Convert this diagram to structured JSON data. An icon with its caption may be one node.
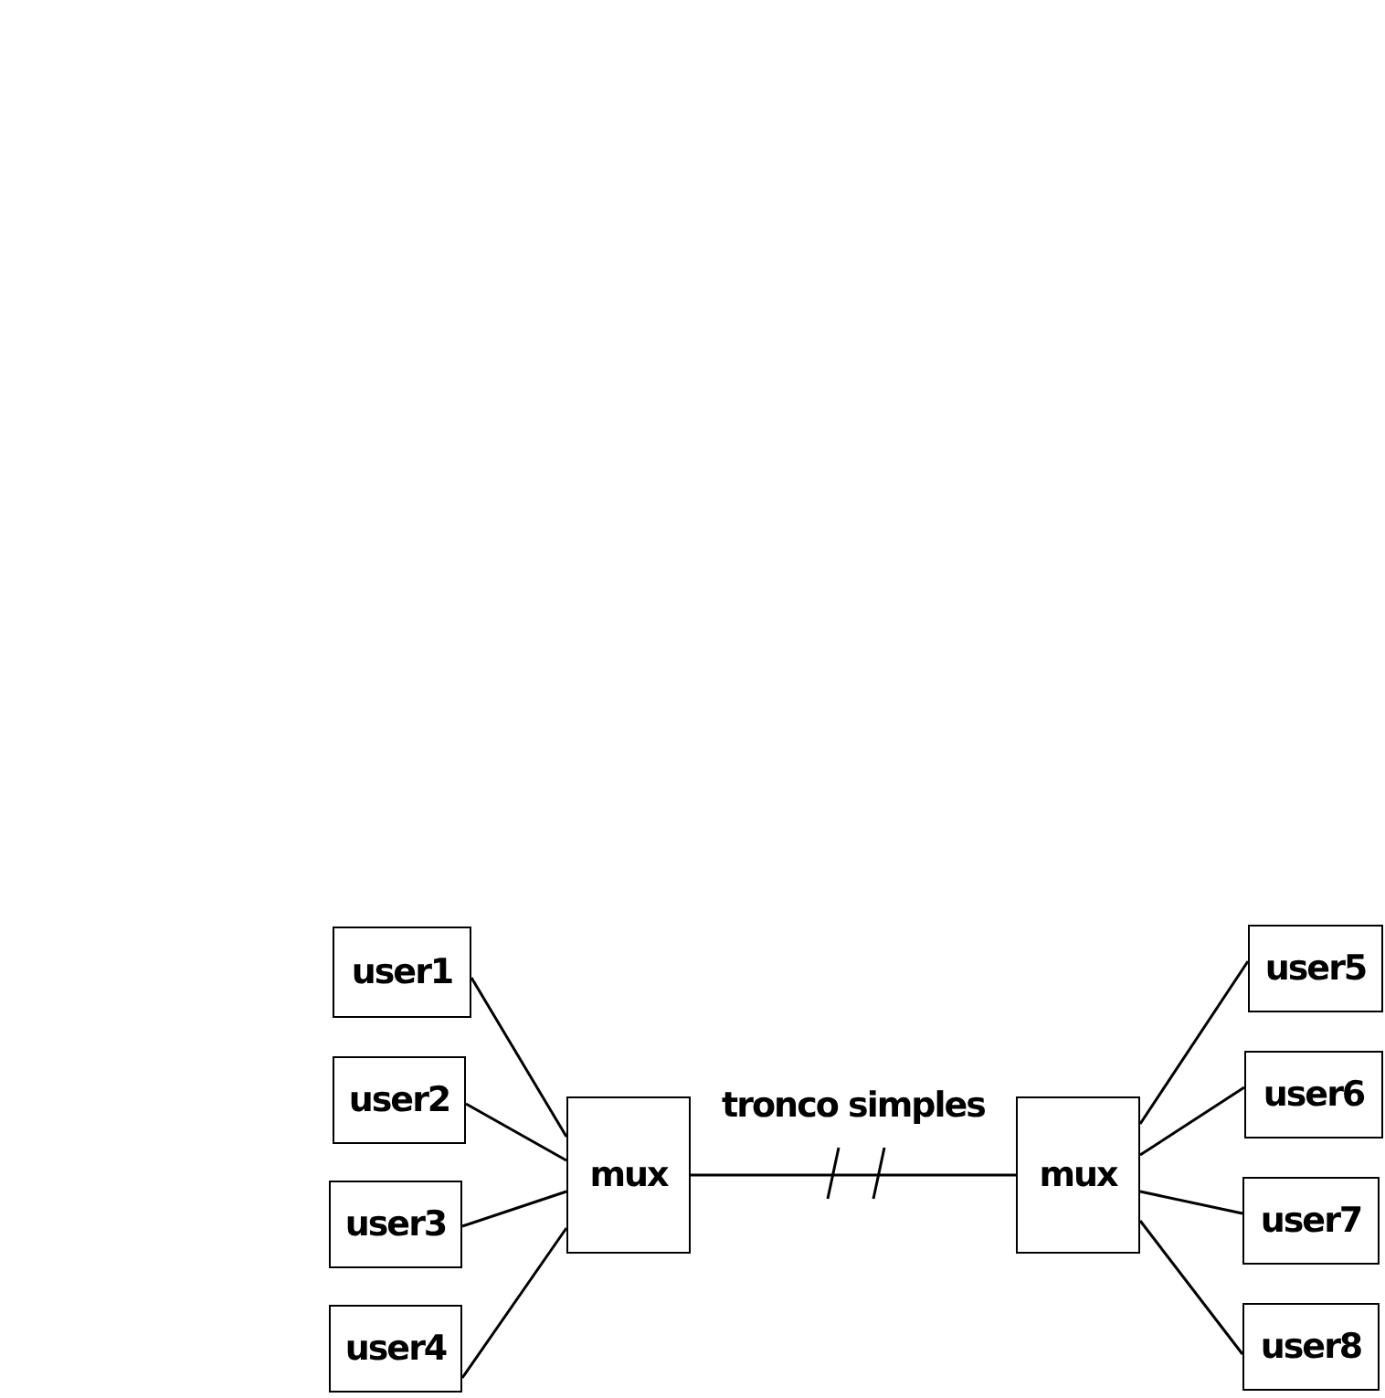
{
  "diagram": {
    "nodes": [
      {
        "text": [
          "user1"
        ]
      },
      {
        "text": [
          "user2"
        ]
      },
      {
        "text": [
          "user3"
        ]
      },
      {
        "text": [
          "user4"
        ]
      },
      {
        "text": [
          "mux"
        ]
      },
      {
        "text": [
          "mux"
        ]
      },
      {
        "text": [
          "user5"
        ]
      },
      {
        "text": [
          "user6"
        ]
      },
      {
        "text": [
          "user7"
        ]
      },
      {
        "text": [
          "user8"
        ]
      }
    ],
    "edges": [
      {
        "from": 0,
        "to": 4,
        "arrow": "none"
      },
      {
        "from": 1,
        "to": 4,
        "arrow": "none"
      },
      {
        "from": 2,
        "to": 4,
        "arrow": "none"
      },
      {
        "from": 3,
        "to": 4,
        "arrow": "none"
      },
      {
        "from": 4,
        "to": 5,
        "arrow": "none",
        "label": "tronco simples"
      },
      {
        "from": 5,
        "to": 6,
        "arrow": "none"
      },
      {
        "from": 5,
        "to": 7,
        "arrow": "none"
      },
      {
        "from": 5,
        "to": 8,
        "arrow": "none"
      },
      {
        "from": 5,
        "to": 9,
        "arrow": "none"
      }
    ]
  }
}
